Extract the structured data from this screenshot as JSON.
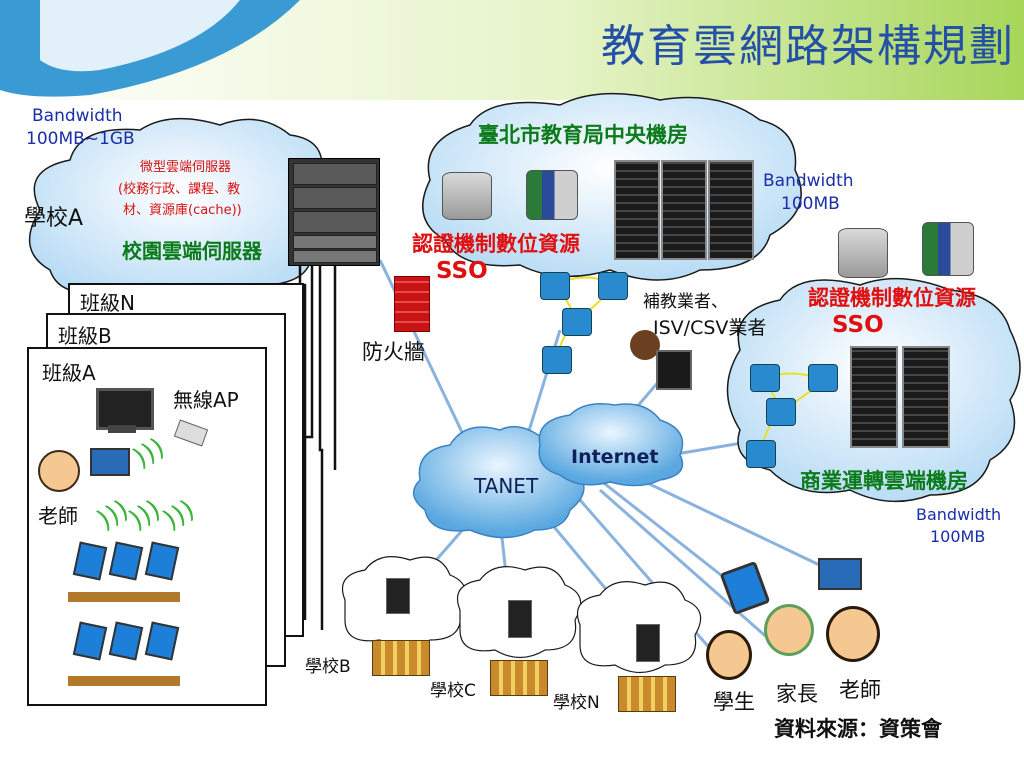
{
  "title": "教育雲網路架構規劃",
  "school_a": {
    "bandwidth_label": "Bandwidth",
    "bandwidth_value": "100MB~1GB",
    "name": "學校A",
    "server_desc_line1": "微型雲端伺服器",
    "server_desc_line2": "(校務行政、課程、教",
    "server_desc_line3": "材、資源庫(cache))",
    "cloud_label": "校園雲端伺服器",
    "classes": [
      "班級N",
      "班級B",
      "班級A"
    ],
    "wireless_ap": "無線AP",
    "teacher": "老師"
  },
  "firewall": "防火牆",
  "taipei_center": {
    "name": "臺北市教育局中央機房",
    "auth_label": "認證機制數位資源",
    "sso": "SSO",
    "bandwidth_label": "Bandwidth",
    "bandwidth_value": "100MB"
  },
  "vendor": {
    "line1": "補教業者、",
    "line2": "ISV/CSV業者"
  },
  "commercial": {
    "auth_label": "認證機制數位資源",
    "sso": "SSO",
    "name": "商業運轉雲端機房",
    "bandwidth_label": "Bandwidth",
    "bandwidth_value": "100MB"
  },
  "network": {
    "tanet": "TANET",
    "internet": "Internet"
  },
  "schools": [
    "學校B",
    "學校C",
    "學校N"
  ],
  "users": [
    "學生",
    "家長",
    "老師"
  ],
  "source": "資料來源：資策會",
  "colors": {
    "title": "#2450a8",
    "cloud_fill": "#cfe6f8",
    "green_text": "#0b7a1a",
    "red_text": "#e01010",
    "link_blue": "#7aa6d8"
  }
}
